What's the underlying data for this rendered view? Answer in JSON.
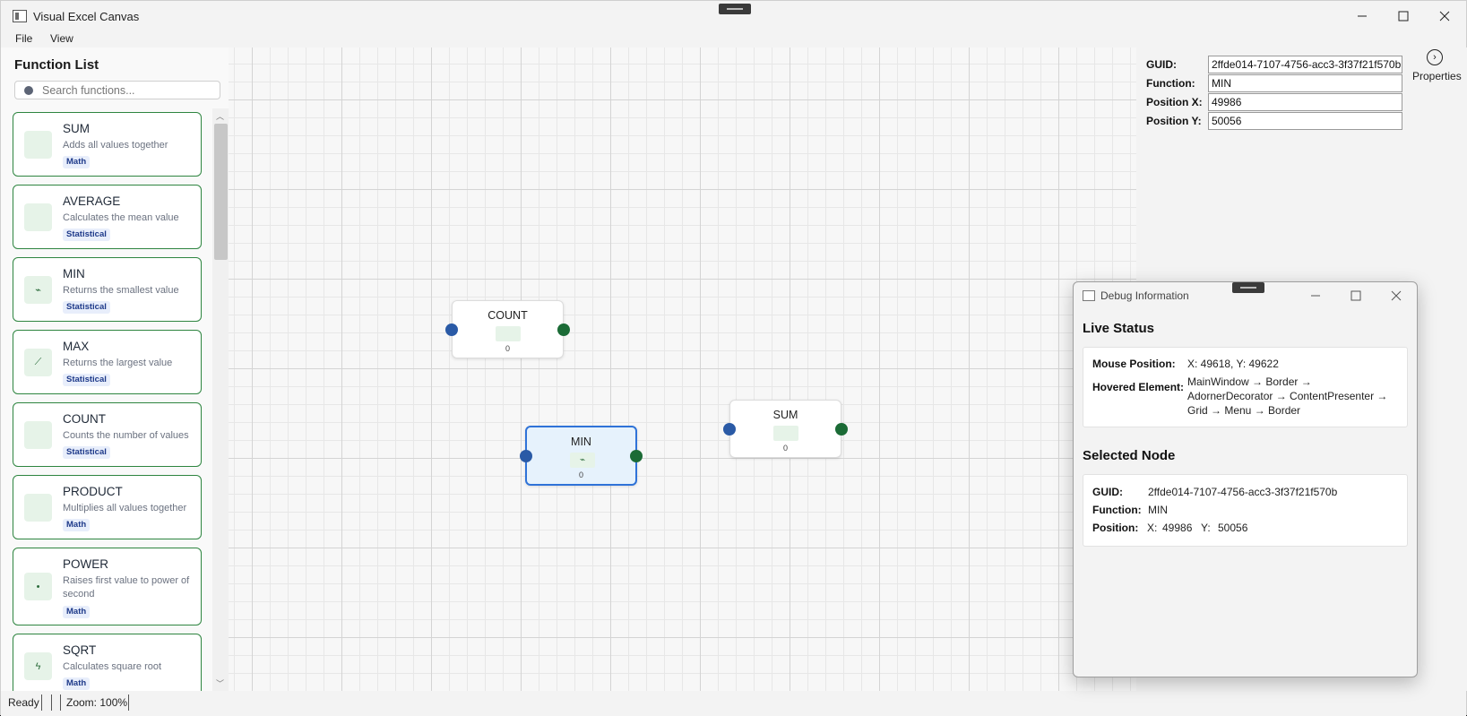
{
  "window": {
    "title": "Visual Excel Canvas"
  },
  "menu": {
    "file": "File",
    "view": "View"
  },
  "sidebar": {
    "title": "Function List",
    "search_placeholder": "Search functions...",
    "functions": [
      {
        "name": "SUM",
        "desc": "Adds all values together",
        "tag": "Math",
        "icon": ""
      },
      {
        "name": "AVERAGE",
        "desc": "Calculates the mean value",
        "tag": "Statistical",
        "icon": ""
      },
      {
        "name": "MIN",
        "desc": "Returns the smallest value",
        "tag": "Statistical",
        "icon": "⌁"
      },
      {
        "name": "MAX",
        "desc": "Returns the largest value",
        "tag": "Statistical",
        "icon": "⟋"
      },
      {
        "name": "COUNT",
        "desc": "Counts the number of values",
        "tag": "Statistical",
        "icon": ""
      },
      {
        "name": "PRODUCT",
        "desc": "Multiplies all values together",
        "tag": "Math",
        "icon": ""
      },
      {
        "name": "POWER",
        "desc": "Raises first value to power of second",
        "tag": "Math",
        "icon": "•"
      },
      {
        "name": "SQRT",
        "desc": "Calculates square root",
        "tag": "Math",
        "icon": "ϟ"
      }
    ]
  },
  "canvas": {
    "nodes": [
      {
        "title": "COUNT",
        "value": "0",
        "icon": ""
      },
      {
        "title": "MIN",
        "value": "0",
        "icon": "⌁"
      },
      {
        "title": "SUM",
        "value": "0",
        "icon": ""
      }
    ]
  },
  "properties": {
    "guid_label": "GUID:",
    "guid": "2ffde014-7107-4756-acc3-3f37f21f570b",
    "function_label": "Function:",
    "function": "MIN",
    "posx_label": "Position X:",
    "posx": "49986",
    "posy_label": "Position Y:",
    "posy": "50056",
    "toggle_label": "Properties"
  },
  "status": {
    "ready": "Ready",
    "zoom": "Zoom: 100%"
  },
  "debug": {
    "title": "Debug Information",
    "live_heading": "Live Status",
    "mouse_label": "Mouse Position:",
    "mouse_value": "X: 49618, Y: 49622",
    "hover_label": "Hovered Element:",
    "hover_lines": [
      "MainWindow → Border →",
      "AdornerDecorator → ContentPresenter →",
      "Grid → Menu → Border"
    ],
    "selected_heading": "Selected Node",
    "guid_label": "GUID:",
    "guid": "2ffde014-7107-4756-acc3-3f37f21f570b",
    "function_label": "Function:",
    "function": "MIN",
    "position_label": "Position:",
    "x_label": "X:",
    "x": "49986",
    "y_label": "Y:",
    "y": "50056"
  },
  "colors": {
    "accent_green": "#2e8540",
    "selection_blue": "#2f73d8",
    "input_port": "#2a5aa6",
    "output_port": "#1b6b36"
  }
}
